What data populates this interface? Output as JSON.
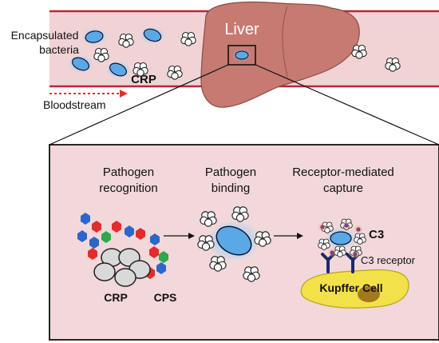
{
  "top": {
    "liver_label": "Liver",
    "bacteria_label_line1": "Encapsulated",
    "bacteria_label_line2": "bacteria",
    "crp_label": "CRP",
    "bloodstream_label": "Bloodstream"
  },
  "panel": {
    "steps": [
      {
        "line1": "Pathogen",
        "line2": "recognition"
      },
      {
        "line1": "Pathogen",
        "line2": "binding"
      },
      {
        "line1": "Receptor-mediated",
        "line2": "capture"
      }
    ],
    "crp_label": "CRP",
    "cps_label": "CPS",
    "c3_label": "C3",
    "c3_receptor_label": "C3 receptor",
    "kupffer_label": "Kupffer Cell"
  },
  "colors": {
    "vessel_fill": "#f1d3d5",
    "vessel_border": "#b5283b",
    "liver": "#c67a72",
    "panel_fill": "#f2d8da",
    "bacteria": "#5aa9e6",
    "kupffer": "#f3e14a",
    "arrow_red": "#e03030",
    "c3": "#7a3fa0",
    "receptor": "#1d2a6b"
  }
}
